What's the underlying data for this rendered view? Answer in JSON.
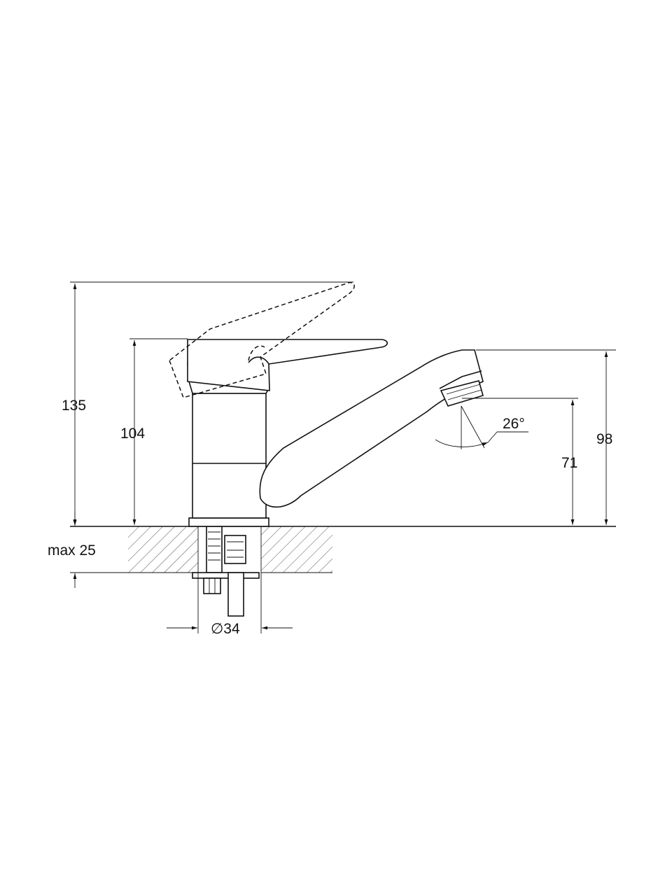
{
  "dimensions": {
    "overall_height": "135",
    "body_height": "104",
    "spout_height": "98",
    "outlet_height": "71",
    "swivel_angle": "26°",
    "max_counter_thickness": "max 25",
    "hole_diameter": "∅34"
  },
  "colors": {
    "line": "#111111",
    "background": "#ffffff"
  }
}
